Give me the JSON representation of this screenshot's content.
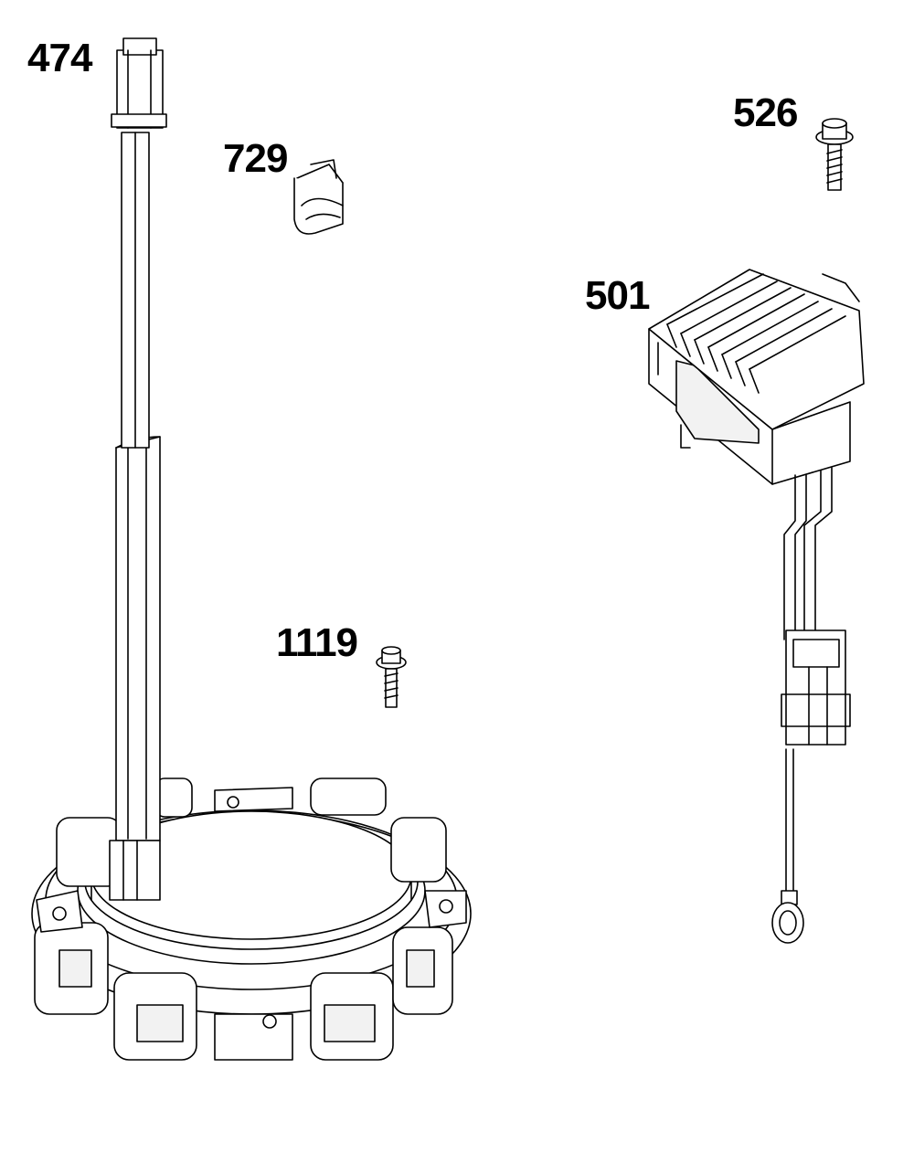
{
  "parts": [
    {
      "id": "p474",
      "number": "474"
    },
    {
      "id": "p729",
      "number": "729"
    },
    {
      "id": "p526",
      "number": "526"
    },
    {
      "id": "p501",
      "number": "501"
    },
    {
      "id": "p1119",
      "number": "1119"
    }
  ],
  "colors": {
    "line": "#000000",
    "fill": "#ffffff",
    "shade": "#f2f2f2"
  }
}
